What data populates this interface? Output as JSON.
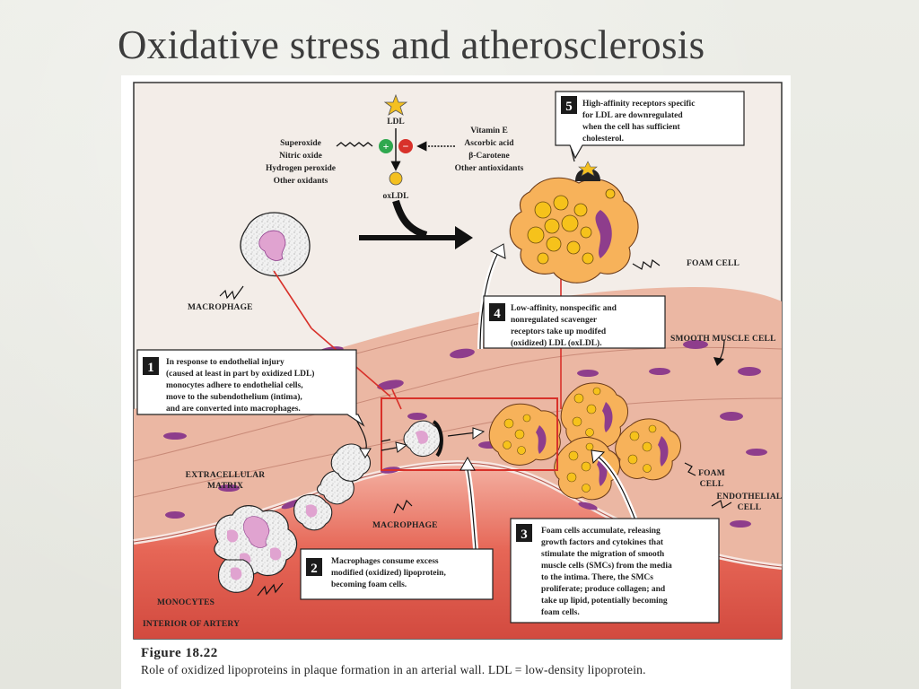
{
  "slide": {
    "title": "Oxidative stress and atherosclerosis"
  },
  "figure": {
    "number": "Figure 18.22",
    "caption": "Role of oxidized lipoproteins in plaque formation in an arterial wall. LDL = low-density lipoprotein.",
    "colors": {
      "panel": "#f3ede8",
      "smooth_muscle": "#e8a78f",
      "nucleus": "#8e3d8c",
      "lumen": "#e0574f",
      "lipid": "#f6c21b",
      "foam_cell": "#f7b25a",
      "box_number": "#1b1b1b",
      "plus": "#2fa84f",
      "minus": "#d8312a"
    },
    "labels": {
      "ldl": "LDL",
      "oxldl": "oxLDL",
      "oxidants": [
        "Superoxide",
        "Nitric oxide",
        "Hydrogen peroxide",
        "Other oxidants"
      ],
      "antioxidants": [
        "Vitamin E",
        "Ascorbic acid",
        "β-Carotene",
        "Other antioxidants"
      ],
      "plus_sign": "+",
      "minus_sign": "−",
      "macrophage_top": "MACROPHAGE",
      "foam_cell_top": "FOAM CELL",
      "smooth_muscle_cell": "SMOOTH MUSCLE CELL",
      "extracellular_matrix": [
        "EXTRACELLULAR",
        "MATRIX"
      ],
      "macrophage_bottom": "MACROPHAGE",
      "foam_cell_bottom": [
        "FOAM",
        "CELL"
      ],
      "endothelial_cell": [
        "ENDOTHELIAL",
        "CELL"
      ],
      "monocytes": "MONOCYTES",
      "interior_of_artery": "INTERIOR OF ARTERY"
    },
    "steps": [
      {
        "number": "1",
        "lines": [
          "In response to endothelial injury",
          "(caused at least in part by oxidized LDL)",
          "monocytes adhere to endothelial cells,",
          "move to the subendothelium (intima),",
          "and are converted into macrophages."
        ]
      },
      {
        "number": "2",
        "lines": [
          "Macrophages consume excess",
          "modified (oxidized) lipoprotein,",
          "becoming foam cells."
        ]
      },
      {
        "number": "3",
        "lines": [
          "Foam cells accumulate, releasing",
          "growth factors and cytokines that",
          "stimulate the migration of smooth",
          "muscle cells (SMCs) from the media",
          "to the intima. There, the SMCs",
          "proliferate; produce collagen; and",
          "take up lipid, potentially becoming",
          "foam cells."
        ]
      },
      {
        "number": "4",
        "lines": [
          "Low-affinity, nonspecific and",
          "nonregulated scavenger",
          "receptors take up modifed",
          "(oxidized) LDL (oxLDL)."
        ]
      },
      {
        "number": "5",
        "lines": [
          "High-affinity receptors specific",
          "for LDL are downregulated",
          "when the cell has sufficient",
          "cholesterol."
        ]
      }
    ]
  }
}
